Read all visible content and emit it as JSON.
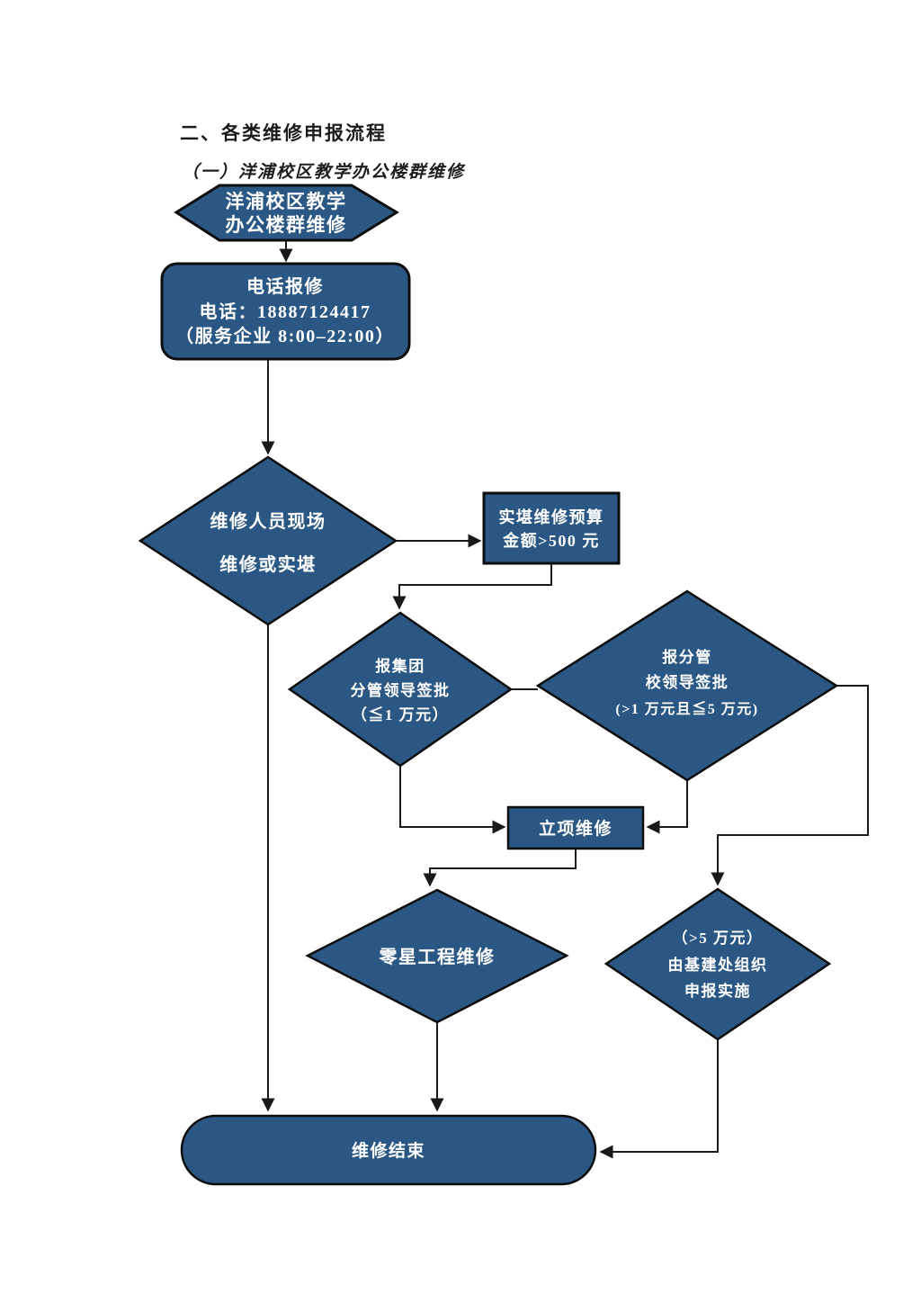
{
  "page": {
    "title": "二、各类维修申报流程",
    "subtitle": "（一）洋浦校区教学办公楼群维修"
  },
  "flowchart": {
    "colors": {
      "shape_fill": "#2A5783",
      "shape_border": "#0D0D0D",
      "line": "#1A1A1A",
      "node_text": "#FFFFFF",
      "title_text": "#1C1C1C"
    },
    "nodes": {
      "start": {
        "type": "hexagon",
        "lines": [
          "洋浦校区教学",
          "办公楼群维修"
        ]
      },
      "phone_report": {
        "type": "rounded-rect",
        "lines": [
          "电话报修",
          "电话：18887124417",
          "（服务企业 8:00–22:00）"
        ]
      },
      "onsite_repair_decision": {
        "type": "diamond",
        "lines": [
          "维修人员现场",
          "维修或实堪"
        ]
      },
      "survey_budget": {
        "type": "rect",
        "lines": [
          "实堪维修预算",
          "金额>500 元"
        ]
      },
      "group_leader_approval": {
        "type": "diamond",
        "lines": [
          "报集团",
          "分管领导签批",
          "（≦1 万元）"
        ]
      },
      "school_leader_approval": {
        "type": "diamond",
        "lines": [
          "报分管",
          "校领导签批",
          "(>1 万元且≦5 万元)"
        ]
      },
      "project_repair": {
        "type": "rect",
        "lines": [
          "立项维修"
        ]
      },
      "minor_works": {
        "type": "diamond",
        "lines": [
          "零星工程维修"
        ]
      },
      "capital_construction_org": {
        "type": "diamond",
        "lines": [
          "（>5 万元）",
          "由基建处组织",
          "申报实施"
        ]
      },
      "end": {
        "type": "stadium",
        "lines": [
          "维修结束"
        ]
      }
    }
  }
}
